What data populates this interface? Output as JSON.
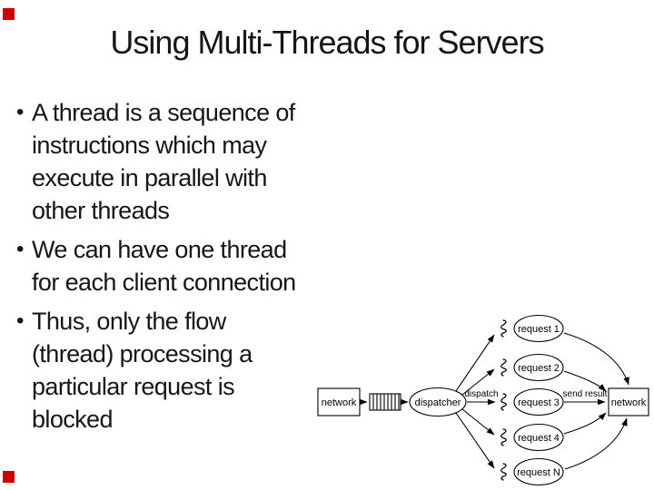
{
  "slide": {
    "title": "Using Multi-Threads for Servers",
    "bullet_char": "•",
    "bullets": [
      {
        "lines": [
          "A thread is a sequence of",
          "instructions which may",
          "execute in parallel with",
          "other threads"
        ]
      },
      {
        "lines": [
          "We can have one thread",
          "for each client connection"
        ]
      },
      {
        "lines": [
          "Thus, only the flow",
          "(thread) processing a",
          "particular request is",
          "blocked"
        ]
      }
    ],
    "accent_red": "#cc0000",
    "text_color": "#161616",
    "background": "#ffffff"
  },
  "diagram": {
    "network_in_label": "network",
    "dispatcher_label": "dispatcher",
    "dispatch_arrow_label": "dispatch",
    "send_result_arrow_label": "send result",
    "network_out_label": "network",
    "request_labels": [
      "request 1",
      "request 2",
      "request 3",
      "request 4",
      "request N"
    ]
  }
}
